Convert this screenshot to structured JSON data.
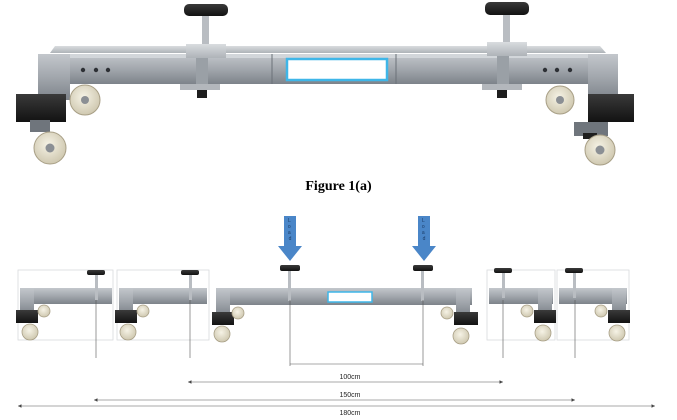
{
  "figure": {
    "caption": "Figure 1(a)",
    "load_label": "Load",
    "dimensions": [
      "100cm",
      "150cm",
      "180cm"
    ]
  },
  "colors": {
    "frame": "#9aa0a6",
    "frame_dark": "#5e646b",
    "black": "#1e1e1e",
    "wheel": "#e6e1cf",
    "highlight": "#3fb6e8",
    "arrow": "#4a86c8"
  }
}
